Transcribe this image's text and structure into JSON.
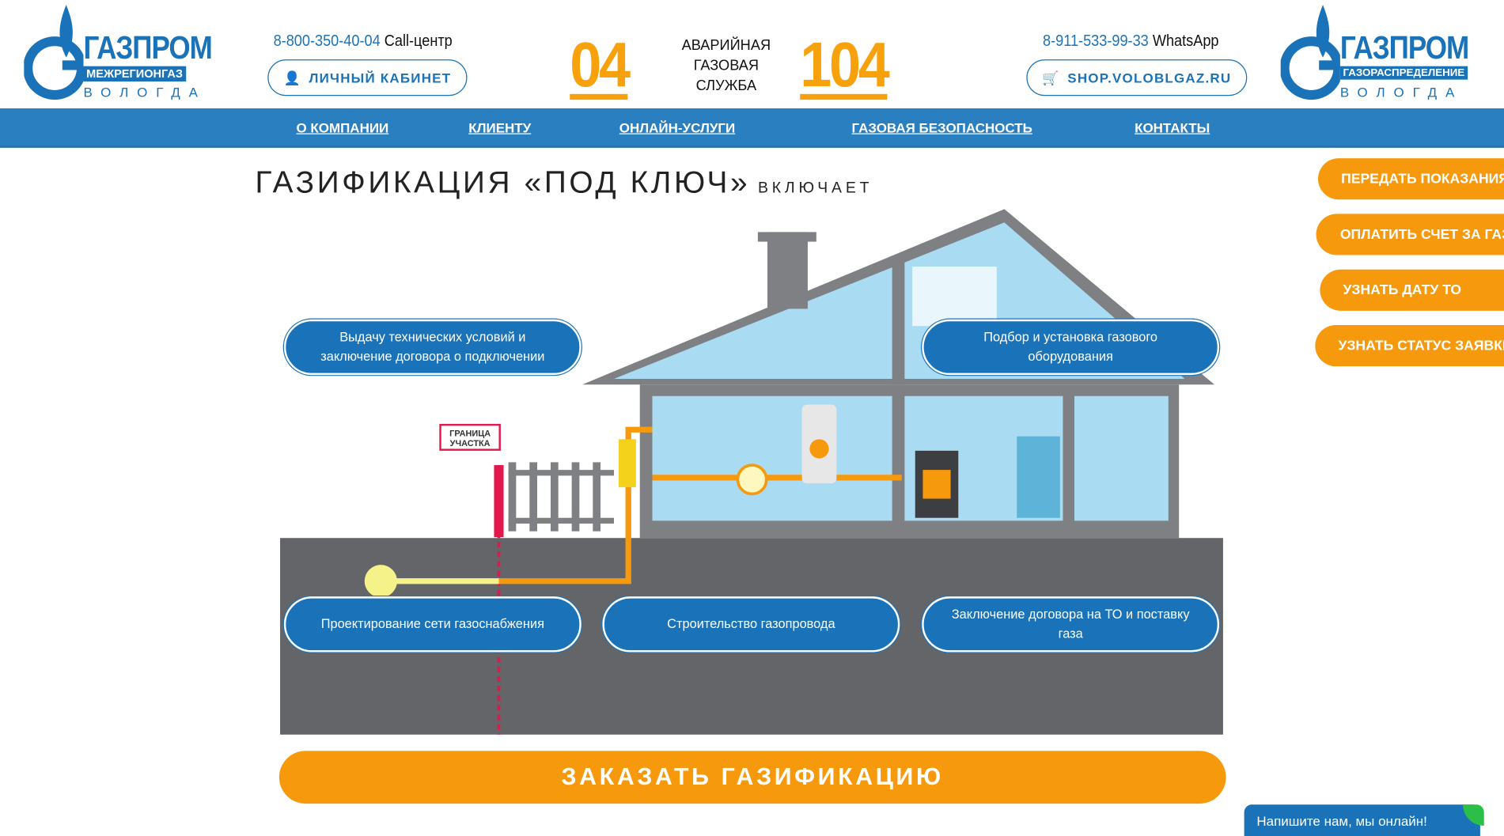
{
  "header": {
    "logo_left": {
      "name": "ГАЗПРОМ",
      "sub": "МЕЖРЕГИОНГАЗ",
      "city": "ВОЛОГДА"
    },
    "logo_right": {
      "name": "ГАЗПРОМ",
      "sub": "ГАЗОРАСПРЕДЕЛЕНИЕ",
      "city": "ВОЛОГДА"
    },
    "phone_call": {
      "number": "8-800-350-40-04",
      "label": "Call-центр"
    },
    "cabinet_button": "ЛИЧНЫЙ КАБИНЕТ",
    "emergency": {
      "num1": "04",
      "label_lines": [
        "АВАРИЙНАЯ",
        "ГАЗОВАЯ",
        "СЛУЖБА"
      ],
      "num2": "104"
    },
    "phone_whatsapp": {
      "number": "8-911-533-99-33",
      "label": "WhatsApp"
    },
    "shop_button": "SHOP.VOLOBLGAZ.RU"
  },
  "nav": [
    "О КОМПАНИИ",
    "КЛИЕНТУ",
    "ОНЛАЙН-УСЛУГИ",
    "ГАЗОВАЯ БЕЗОПАСНОСТЬ",
    "КОНТАКТЫ"
  ],
  "main": {
    "title": "ГАЗИФИКАЦИЯ «ПОД КЛЮЧ»",
    "title_suffix": "ВКЛЮЧАЕТ",
    "steps": [
      "Выдачу технических условий и заключение договора о подключении",
      "Подбор и установка газового оборудования",
      "Проектирование сети газоснабжения",
      "Строительство газопровода",
      "Заключение договора на ТО и поставку газа"
    ],
    "boundary_sign": [
      "ГРАНИЦА",
      "УЧАСТКА"
    ],
    "cta": "ЗАКАЗАТЬ ГАЗИФИКАЦИЮ"
  },
  "side_buttons": [
    "ПЕРЕДАТЬ ПОКАЗАНИЯ",
    "ОПЛАТИТЬ СЧЕТ ЗА ГАЗ",
    "УЗНАТЬ ДАТУ ТО",
    "УЗНАТЬ СТАТУС ЗАЯВКИ"
  ],
  "chat": "Напишите нам, мы онлайн!",
  "colors": {
    "brand_blue": "#1a73b8",
    "nav_blue": "#2a7fc1",
    "accent_orange": "#f7990d"
  }
}
